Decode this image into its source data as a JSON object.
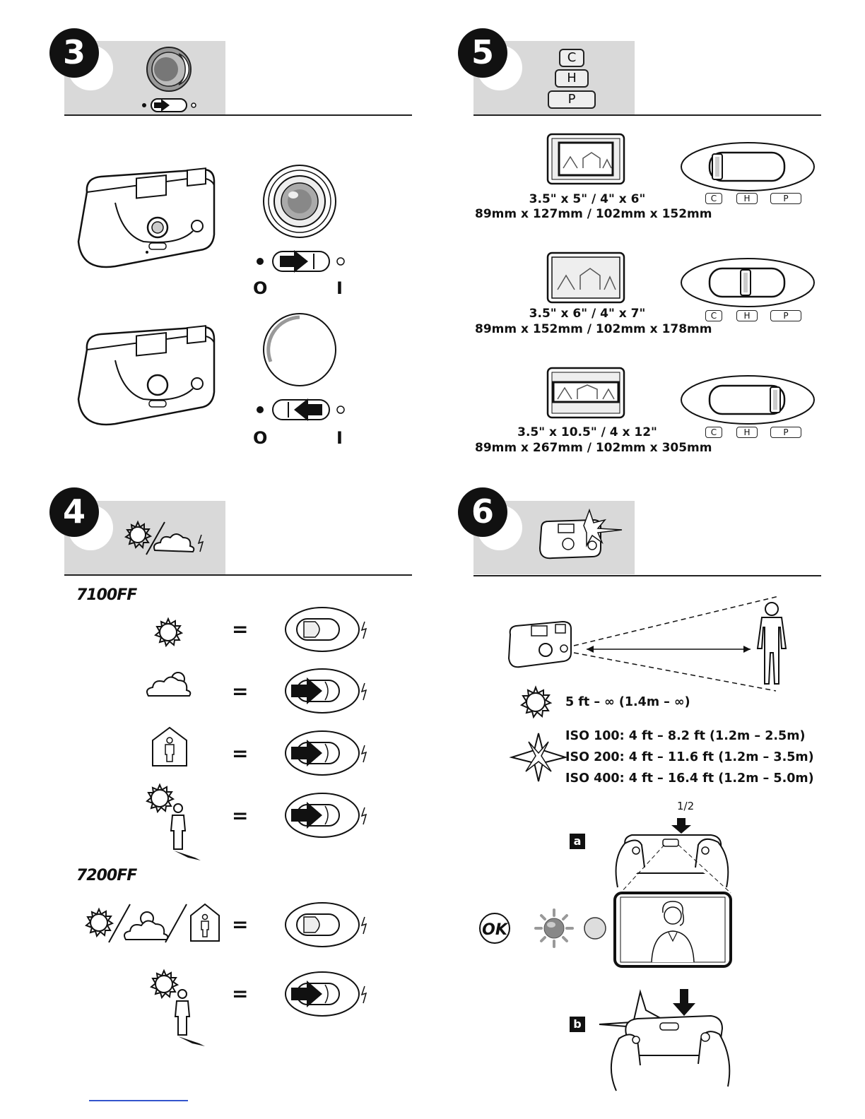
{
  "steps": {
    "s3": {
      "number": "3"
    },
    "s4": {
      "number": "4"
    },
    "s5": {
      "number": "5"
    },
    "s6": {
      "number": "6"
    }
  },
  "switch_labels": {
    "off": "O",
    "on": "I"
  },
  "format_keys": {
    "c": "C",
    "h": "H",
    "p": "P"
  },
  "formats": [
    {
      "line1": "3.5\" x 5\" / 4\" x 6\"",
      "line2": "89mm x 127mm / 102mm x 152mm"
    },
    {
      "line1": "3.5\" x 6\" / 4\" x 7\"",
      "line2": "89mm x 152mm / 102mm x 178mm"
    },
    {
      "line1": "3.5\" x 10.5\" / 4 x 12\"",
      "line2": "89mm x 267mm / 102mm x 305mm"
    }
  ],
  "models": {
    "m1": "7100FF",
    "m2": "7200FF"
  },
  "equals": "=",
  "ranges": {
    "sun": "5 ft – ∞ (1.4m – ∞)",
    "iso100": "ISO 100:  4 ft – 8.2 ft (1.2m – 2.5m)",
    "iso200": "ISO 200:  4 ft – 11.6 ft (1.2m – 3.5m)",
    "iso400": "ISO 400:  4 ft – 16.4 ft (1.2m – 5.0m)"
  },
  "shutter": {
    "half": "1/2",
    "a": "a",
    "b": "b",
    "ok": "OK"
  },
  "icons": [
    "camera-lens-icon",
    "switch-icon",
    "sun-icon",
    "cloud-icon",
    "flash-icon",
    "house-person-icon",
    "backlit-person-icon",
    "camera-flash-icon",
    "person-icon",
    "starburst-flash-icon",
    "ready-light-icon",
    "hands-camera-icon",
    "frame-icon"
  ]
}
